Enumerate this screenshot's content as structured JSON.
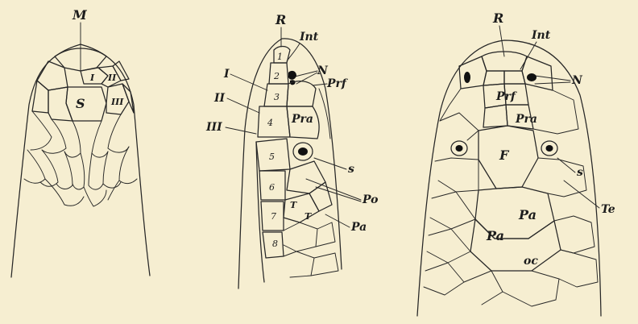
{
  "figures": [
    {
      "id": "left",
      "labels": {
        "top": "M",
        "s": "S",
        "i": "I",
        "ii": "II",
        "iii": "III"
      }
    },
    {
      "id": "middle",
      "labels": {
        "top": "R",
        "int": "Int",
        "n": "N",
        "prf": "Prf",
        "i": "I",
        "ii": "II",
        "iii": "III",
        "pra": "Pra",
        "s": "s",
        "po": "Po",
        "pa": "Pa",
        "t1": "T",
        "t2": "T",
        "n1": "1",
        "n2": "2",
        "n3": "3",
        "n4": "4",
        "n5": "5",
        "n6": "6",
        "n7": "7",
        "n8": "8"
      }
    },
    {
      "id": "right",
      "labels": {
        "top": "R",
        "int": "Int",
        "n": "N",
        "prf": "Prf",
        "pra": "Pra",
        "f": "F",
        "s": "s",
        "te": "Te",
        "pa1": "Pa",
        "pa2": "Pa",
        "oc": "oc"
      }
    }
  ]
}
